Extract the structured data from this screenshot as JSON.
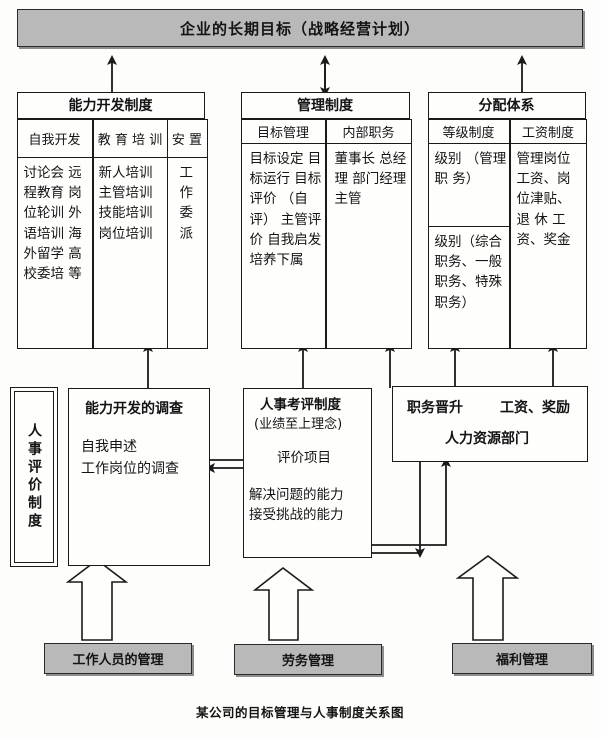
{
  "diagram": {
    "caption": "某公司的目标管理与人事制度关系图",
    "banner": {
      "label": "企业的长期目标（战略经营计划）",
      "fill": "#b9b9b9"
    }
  },
  "columns": [
    {
      "id": "ability",
      "title": "能力开发制度",
      "subheads": [
        "自我开发",
        "教 育 培\n训",
        "安\n置"
      ],
      "cells": [
        "讨论会\n远程教育\n岗位轮训\n外语培训\n海外留学\n高校委培\n等",
        "新人培训\n主管培训\n技能培训\n岗位培训",
        "工\n作\n委\n派"
      ]
    },
    {
      "id": "management",
      "title": "管理制度",
      "subheads": [
        "目标管理",
        "内部职务"
      ],
      "cells": [
        "目标设定\n目标运行\n目标评价\n（自评）\n主管评价\n自我启发\n培养下属",
        "董事长\n总经理\n部门经理\n主管"
      ]
    },
    {
      "id": "distribution",
      "title": "分配体系",
      "subheads": [
        "等级制度",
        "工资制度"
      ],
      "cells": [
        "级别\n（管理职\n务）",
        "级别（综合\n职务、一般\n职务、特殊\n职务）",
        "管理岗位\n工资、岗\n位津贴、\n退 休 工\n资、奖金"
      ]
    }
  ],
  "mid": {
    "evaluation_system": "人事评价制度",
    "ability_survey": {
      "title": "能力开发的调查",
      "lines": "自我申述\n工作岗位的调查"
    },
    "appraisal": {
      "title": "人事考评制度",
      "subtitle": "(业绩至上理念)",
      "section": "评价项目",
      "items": "解决问题的能力\n接受挑战的能力"
    },
    "hr": {
      "promotion": "职务晋升",
      "reward": "工资、奖励",
      "department": "人力资源部门"
    }
  },
  "bottom": [
    {
      "label": "工作人员的管理"
    },
    {
      "label": "劳务管理"
    },
    {
      "label": "福利管理"
    }
  ],
  "colors": {
    "gray_fill": "#b9b9b9",
    "line": "#1a1a1a",
    "paper": "#fdfdfb"
  }
}
